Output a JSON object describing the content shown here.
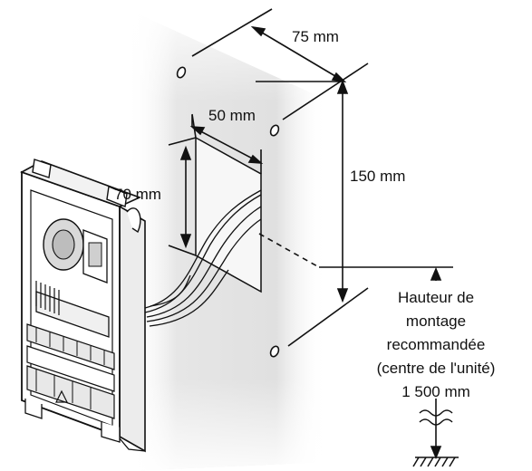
{
  "dimensions": {
    "width_label": "75 mm",
    "box_width_label": "50 mm",
    "box_height_label": "70 mm",
    "height_label": "150 mm"
  },
  "mounting_note": {
    "line1": "Hauteur de",
    "line2": "montage",
    "line3": "recommandée",
    "line4": "(centre de l'unité)",
    "line5": "1 500 mm"
  }
}
